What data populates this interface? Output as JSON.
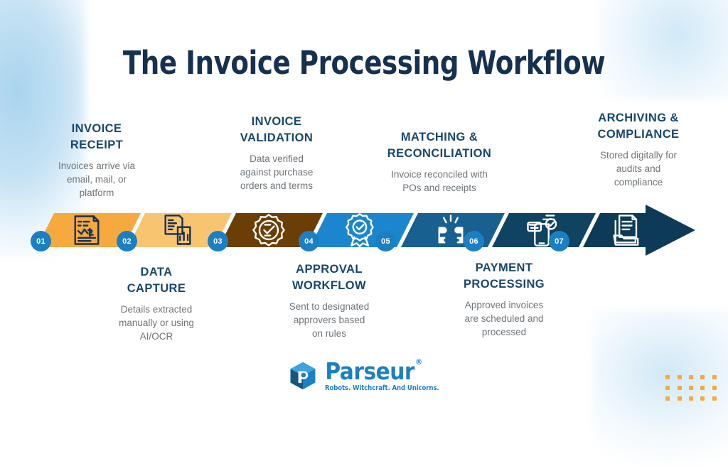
{
  "title": "The Invoice Processing Workflow",
  "colors": {
    "title": "#16304f",
    "heading": "#18476d",
    "description": "#6e7479",
    "badge": "#1b7fc4",
    "dots": "#f5a93f",
    "segment_1": "#f5a93f",
    "segment_2": "#f9c470",
    "segment_3": "#6b3e06",
    "segment_4": "#1b86cd",
    "segment_5": "#18608f",
    "segment_6": "#104262",
    "segment_7": "#0d3a56",
    "arrow_head": "#0d3a56"
  },
  "steps": [
    {
      "number": "01",
      "heading": "INVOICE RECEIPT",
      "heading_lines": [
        "INVOICE",
        "RECEIPT"
      ],
      "description": "Invoices arrive via email, mail, or platform",
      "description_lines": [
        "Invoices arrive via",
        "email, mail, or",
        "platform"
      ],
      "icon": "invoice-document-icon",
      "color": "#f5a93f",
      "icon_color": "#16304f",
      "label_position": "above"
    },
    {
      "number": "02",
      "heading": "DATA CAPTURE",
      "heading_lines": [
        "DATA",
        "CAPTURE"
      ],
      "description": "Details extracted manually or using AI/OCR",
      "description_lines": [
        "Details extracted",
        "manually or using",
        "AI/OCR"
      ],
      "icon": "document-chart-icon",
      "color": "#f9c470",
      "icon_color": "#16304f",
      "label_position": "below"
    },
    {
      "number": "03",
      "heading": "INVOICE VALIDATION",
      "heading_lines": [
        "INVOICE",
        "VALIDATION"
      ],
      "description": "Data verified against purchase orders and terms",
      "description_lines": [
        "Data verified",
        "against purchase",
        "orders and terms"
      ],
      "icon": "verified-badge-icon",
      "color": "#6b3e06",
      "icon_color": "#ffffff",
      "label_position": "above"
    },
    {
      "number": "04",
      "heading": "APPROVAL WORKFLOW",
      "heading_lines": [
        "APPROVAL",
        "WORKFLOW"
      ],
      "description": "Sent to designated approvers based on rules",
      "description_lines": [
        "Sent to designated",
        "approvers based",
        "on rules"
      ],
      "icon": "award-ribbon-icon",
      "color": "#1b86cd",
      "icon_color": "#ffffff",
      "label_position": "below"
    },
    {
      "number": "05",
      "heading": "MATCHING & RECONCILIATION",
      "heading_lines": [
        "MATCHING &",
        "RECONCILIATION"
      ],
      "description": "Invoice reconciled with POs and receipts",
      "description_lines": [
        "Invoice reconciled with",
        "POs and receipts"
      ],
      "icon": "puzzle-pieces-icon",
      "color": "#18608f",
      "icon_color": "#ffffff",
      "label_position": "above"
    },
    {
      "number": "06",
      "heading": "PAYMENT PROCESSING",
      "heading_lines": [
        "PAYMENT",
        "PROCESSING"
      ],
      "description": "Approved invoices are scheduled and processed",
      "description_lines": [
        "Approved invoices",
        "are scheduled and",
        "processed"
      ],
      "icon": "mobile-payment-check-icon",
      "color": "#104262",
      "icon_color": "#ffffff",
      "label_position": "below"
    },
    {
      "number": "07",
      "heading": "ARCHIVING & COMPLIANCE",
      "heading_lines": [
        "ARCHIVING &",
        "COMPLIANCE"
      ],
      "description": "Stored digitally for audits and compliance",
      "description_lines": [
        "Stored digitally for",
        "audits and",
        "compliance"
      ],
      "icon": "archive-folder-icon",
      "color": "#0d3a56",
      "icon_color": "#ffffff",
      "label_position": "above"
    }
  ],
  "logo": {
    "word": "Parseur",
    "registered": "®",
    "tagline": "Robots. Witchcraft. And Unicorns.",
    "mark": "parseur-cube-icon"
  }
}
